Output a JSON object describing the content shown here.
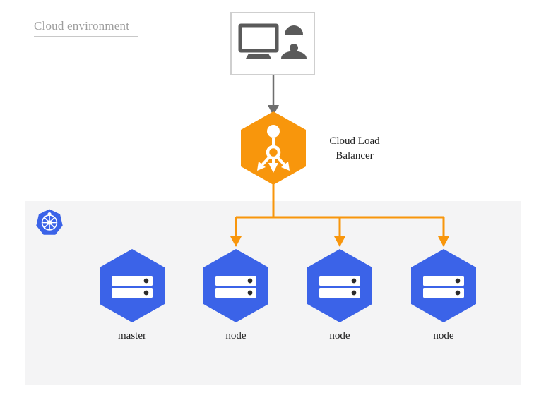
{
  "diagram": {
    "title": "Cloud environment",
    "colors": {
      "orange": "#f8960c",
      "blue": "#3b63e8",
      "panel_background": "#f4f4f5",
      "gray_stroke": "#5a5a5a",
      "title_gray": "#9d9d9d",
      "box_border": "#cfcfcf"
    },
    "client": {
      "icon_monitor": "monitor-icon",
      "icon_user": "user-icon"
    },
    "connector_client_to_lb": {
      "icon": "down-arrow-icon",
      "color": "#5a5a5a"
    },
    "load_balancer": {
      "icon": "load-balancer-icon",
      "label_line_1": "Cloud Load",
      "label_line_2": "Balancer",
      "color": "#f8960c"
    },
    "cluster": {
      "logo": "kubernetes-logo",
      "nodes": [
        {
          "label": "master",
          "icon": "server-icon",
          "has_inbound_arrow": false
        },
        {
          "label": "node",
          "icon": "server-icon",
          "has_inbound_arrow": true
        },
        {
          "label": "node",
          "icon": "server-icon",
          "has_inbound_arrow": true
        },
        {
          "label": "node",
          "icon": "server-icon",
          "has_inbound_arrow": true
        }
      ]
    },
    "branch_connectors": {
      "icon": "down-arrow-icon",
      "color": "#f8960c",
      "count": 3
    }
  }
}
